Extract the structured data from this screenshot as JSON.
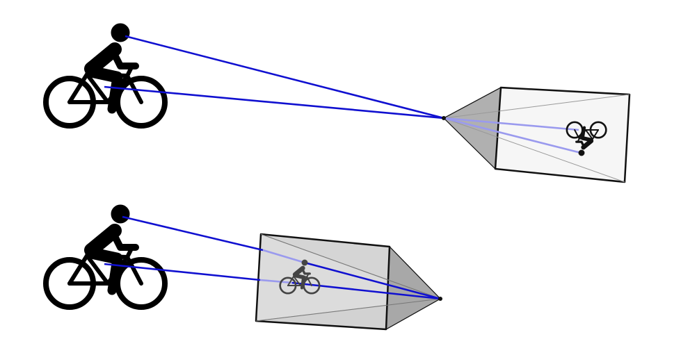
{
  "diagram": {
    "panels": [
      {
        "id": "top",
        "model": "camera-behind-image-plane",
        "image_orientation": "inverted",
        "subject_icon": "bicycle-rider-icon",
        "image_icon": "inverted-bicycle-rider-icon"
      },
      {
        "id": "bottom",
        "model": "image-plane-in-front-of-center",
        "image_orientation": "upright",
        "subject_icon": "bicycle-rider-icon",
        "image_icon": "bicycle-rider-icon"
      }
    ],
    "colors": {
      "projection_ray": "#1010d0",
      "projection_ray_faded": "#9a9aee",
      "rider": "#000000",
      "image_rider_inverted": "#111111",
      "image_rider_upright": "#444444",
      "frustum_front": "#f4f4f4",
      "frustum_side": "#c4c4c4",
      "frustum_plane_tinted": "#d6d6d6",
      "outline": "#111111"
    }
  }
}
